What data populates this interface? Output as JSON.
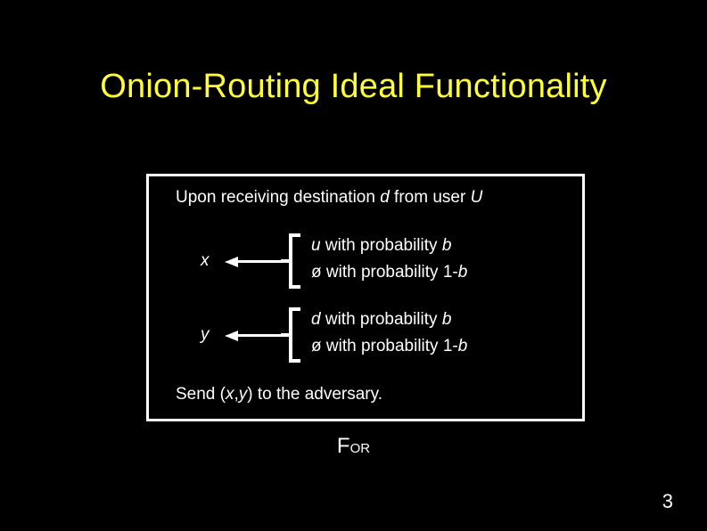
{
  "slide": {
    "title": "Onion-Routing Ideal Functionality",
    "page_number": "3",
    "background_color": "#000000",
    "title_color": "#ffff33",
    "text_color": "#ffffff"
  },
  "functionality_box": {
    "border_color": "#ffffff",
    "intro_line": {
      "part1": "Upon receiving destination ",
      "var_d": "d",
      "part2": " from user ",
      "var_U": "U"
    },
    "branches": [
      {
        "variable": "x",
        "arrow": "left-arrow",
        "options": [
          {
            "value": "u",
            "text": " with probability ",
            "prob": "b"
          },
          {
            "value": "ø",
            "text": " with probability 1-",
            "prob": "b"
          }
        ]
      },
      {
        "variable": "y",
        "arrow": "left-arrow",
        "options": [
          {
            "value": "d",
            "text": " with probability ",
            "prob": "b"
          },
          {
            "value": "ø",
            "text": " with probability 1-",
            "prob": "b"
          }
        ]
      }
    ],
    "send_line": {
      "part1": "Send (",
      "var_x": "x",
      "comma": ",",
      "var_y": "y",
      "part2": ") to the adversary."
    }
  },
  "caption": {
    "main": "F",
    "subscript": "OR"
  }
}
